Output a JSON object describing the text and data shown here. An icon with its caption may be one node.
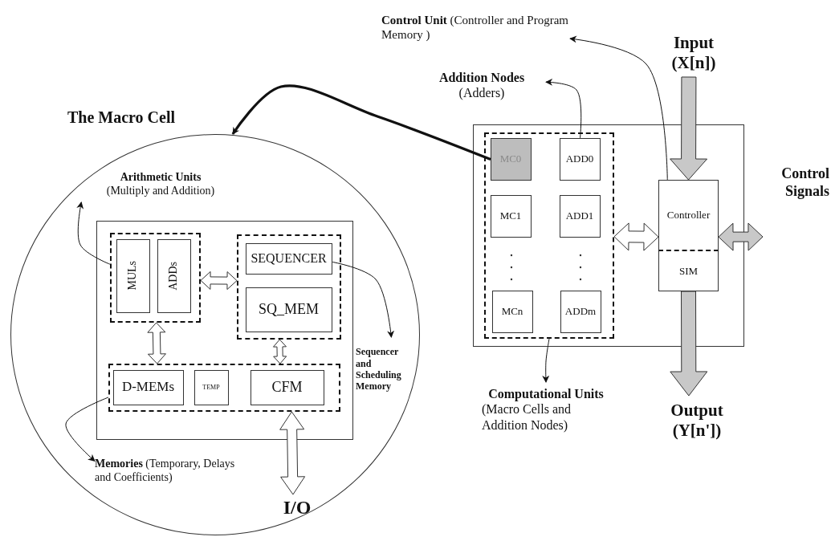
{
  "diagram": {
    "nodes": [
      {
        "text": [
          "The Macro Cell"
        ]
      },
      {
        "text": [],
        "shape": "box",
        "in": 0
      },
      {
        "text": [],
        "shape": "box",
        "in": 1
      },
      {
        "text": [
          "MULs"
        ],
        "in": 2
      },
      {
        "text": [
          "ADDs"
        ],
        "in": 2
      },
      {
        "text": [],
        "shape": "box",
        "in": 1
      },
      {
        "text": [
          "SEQUENCER"
        ],
        "in": 5
      },
      {
        "text": [
          "SQ_MEM"
        ],
        "in": 5
      },
      {
        "text": [],
        "shape": "box",
        "in": 1
      },
      {
        "text": [
          "D-MEMs"
        ],
        "in": 8
      },
      {
        "text": [
          "TEMP"
        ],
        "in": 8
      },
      {
        "text": [
          "CFM"
        ],
        "in": 8
      },
      {
        "text": [
          "Arithmetic Units",
          "(Multiply and Addition)"
        ],
        "in": 0
      },
      {
        "text": [
          "Sequencer and Scheduling Memory"
        ],
        "in": 0
      },
      {
        "text": [
          "**Memories** (Temporary, Delays and Coefficients)"
        ],
        "in": 0
      },
      {
        "text": [
          "I/O"
        ],
        "in": 0
      },
      {
        "text": [],
        "shape": "box"
      },
      {
        "text": [],
        "shape": "box",
        "in": 16
      },
      {
        "text": [
          "MC0"
        ],
        "in": 17
      },
      {
        "text": [
          "ADD0"
        ],
        "in": 17
      },
      {
        "text": [
          "MC1"
        ],
        "in": 17
      },
      {
        "text": [
          "ADD1"
        ],
        "in": 17
      },
      {
        "text": [
          "MCn"
        ],
        "in": 17
      },
      {
        "text": [
          "ADDm"
        ],
        "in": 17
      },
      {
        "text": [
          "Controller"
        ],
        "in": 16
      },
      {
        "text": [
          "SIM"
        ],
        "in": 16
      },
      {
        "text": [
          "**Control Unit** (Controller and Program Memory )"
        ]
      },
      {
        "text": [
          "Addition Nodes",
          "(Adders)"
        ]
      },
      {
        "text": [
          "Computational Units",
          "(Macro Cells and Addition Nodes)"
        ]
      },
      {
        "text": [
          "Input",
          "(X[n])"
        ]
      },
      {
        "text": [
          "Output",
          "(Y[n'])"
        ]
      },
      {
        "text": [
          "Control Signals"
        ]
      }
    ],
    "edges": [
      {
        "from": 18,
        "to": 0,
        "arrow": "to",
        "style": "thick"
      },
      {
        "from": 2,
        "to": 12,
        "arrow": "to"
      },
      {
        "from": 6,
        "to": 13,
        "arrow": "to"
      },
      {
        "from": 8,
        "to": 14,
        "arrow": "to"
      },
      {
        "from": 2,
        "to": 5,
        "arrow": "both",
        "style": "thick"
      },
      {
        "from": 2,
        "to": 8,
        "arrow": "both",
        "style": "thick"
      },
      {
        "from": 5,
        "to": 8,
        "arrow": "both",
        "style": "thick"
      },
      {
        "from": 8,
        "to": 15,
        "arrow": "both",
        "style": "thick"
      },
      {
        "from": 19,
        "to": 27,
        "arrow": "to"
      },
      {
        "from": 24,
        "to": 26,
        "arrow": "to"
      },
      {
        "from": 17,
        "to": 28,
        "arrow": "to"
      },
      {
        "from": 29,
        "to": 24,
        "arrow": "to",
        "style": "thick",
        "color": "#c8c8c8"
      },
      {
        "from": 25,
        "to": 30,
        "arrow": "to",
        "style": "thick",
        "color": "#c8c8c8"
      },
      {
        "from": 24,
        "to": 31,
        "arrow": "both",
        "style": "thick",
        "color": "#c8c8c8"
      },
      {
        "from": 17,
        "to": 24,
        "arrow": "both",
        "style": "thick"
      }
    ]
  }
}
